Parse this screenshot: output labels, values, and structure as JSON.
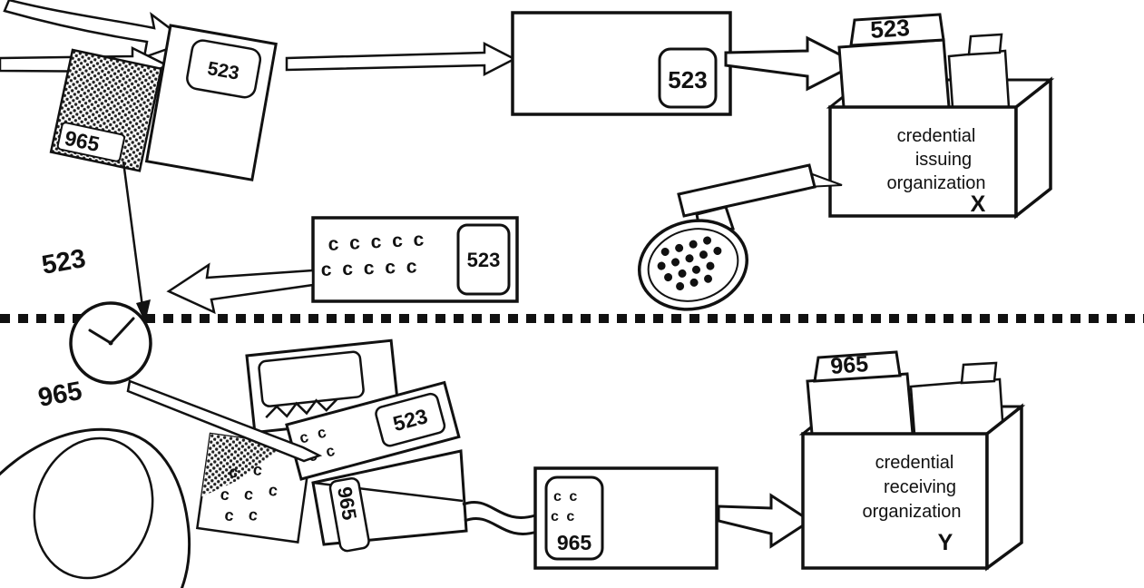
{
  "diagram": {
    "c": "c",
    "c_row2": "c c",
    "c_row3": "c c c",
    "c_row5": "c c c c c",
    "num523": "523",
    "num965": "965",
    "issuing_box": {
      "tab": "523",
      "line1": "credential",
      "line2": "issuing",
      "line3": "organization",
      "letter": "X"
    },
    "receiving_box": {
      "tab": "965",
      "line1": "credential",
      "line2": "receiving",
      "line3": "organization",
      "letter": "Y"
    },
    "timeline": {
      "before_label": "523",
      "after_label": "965"
    }
  }
}
